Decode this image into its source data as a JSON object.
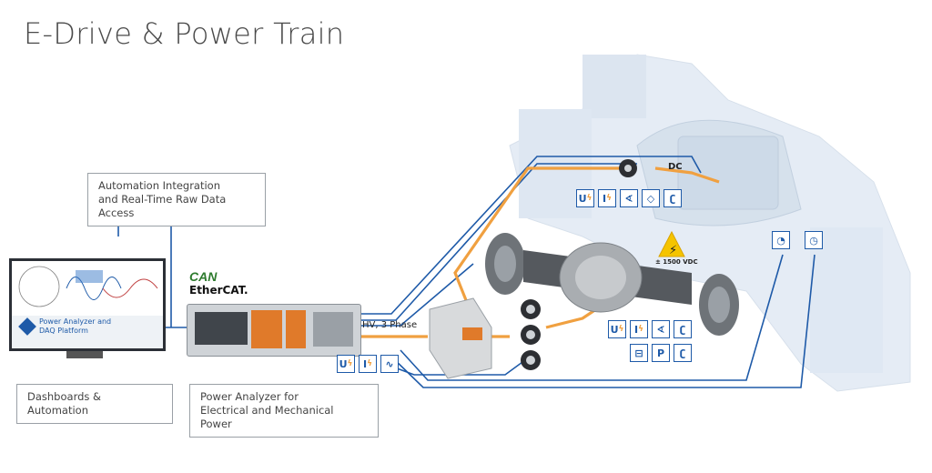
{
  "title": "E-Drive & Power Train",
  "labels": {
    "automation": [
      "Automation Integration",
      "and Real-Time Raw Data Access"
    ],
    "dashboards": "Dashboards & Automation",
    "power_analyzer": [
      "Power Analyzer for",
      "Electrical and Mechanical Power"
    ]
  },
  "monitor": {
    "app_title_line1": "Power Analyzer and",
    "app_title_line2": "DAQ Platform"
  },
  "bus": {
    "can": "CAN",
    "ethercat": "EtherCAT."
  },
  "wires": {
    "hv": "HV, 3 Phase",
    "dc": "DC",
    "warning_voltage": "± 1500 VDC"
  },
  "symbols": {
    "dc_group": [
      "U",
      "I",
      "",
      "",
      ""
    ],
    "motor_group_row1": [
      "U",
      "I",
      "",
      ""
    ],
    "motor_group_row2": [
      "",
      "P",
      ""
    ],
    "analyzer_group": [
      "U",
      "I",
      ""
    ]
  },
  "colors": {
    "signal_line": "#1e5aa8",
    "power_line": "#f0a040",
    "accent_orange": "#e07a2a"
  }
}
